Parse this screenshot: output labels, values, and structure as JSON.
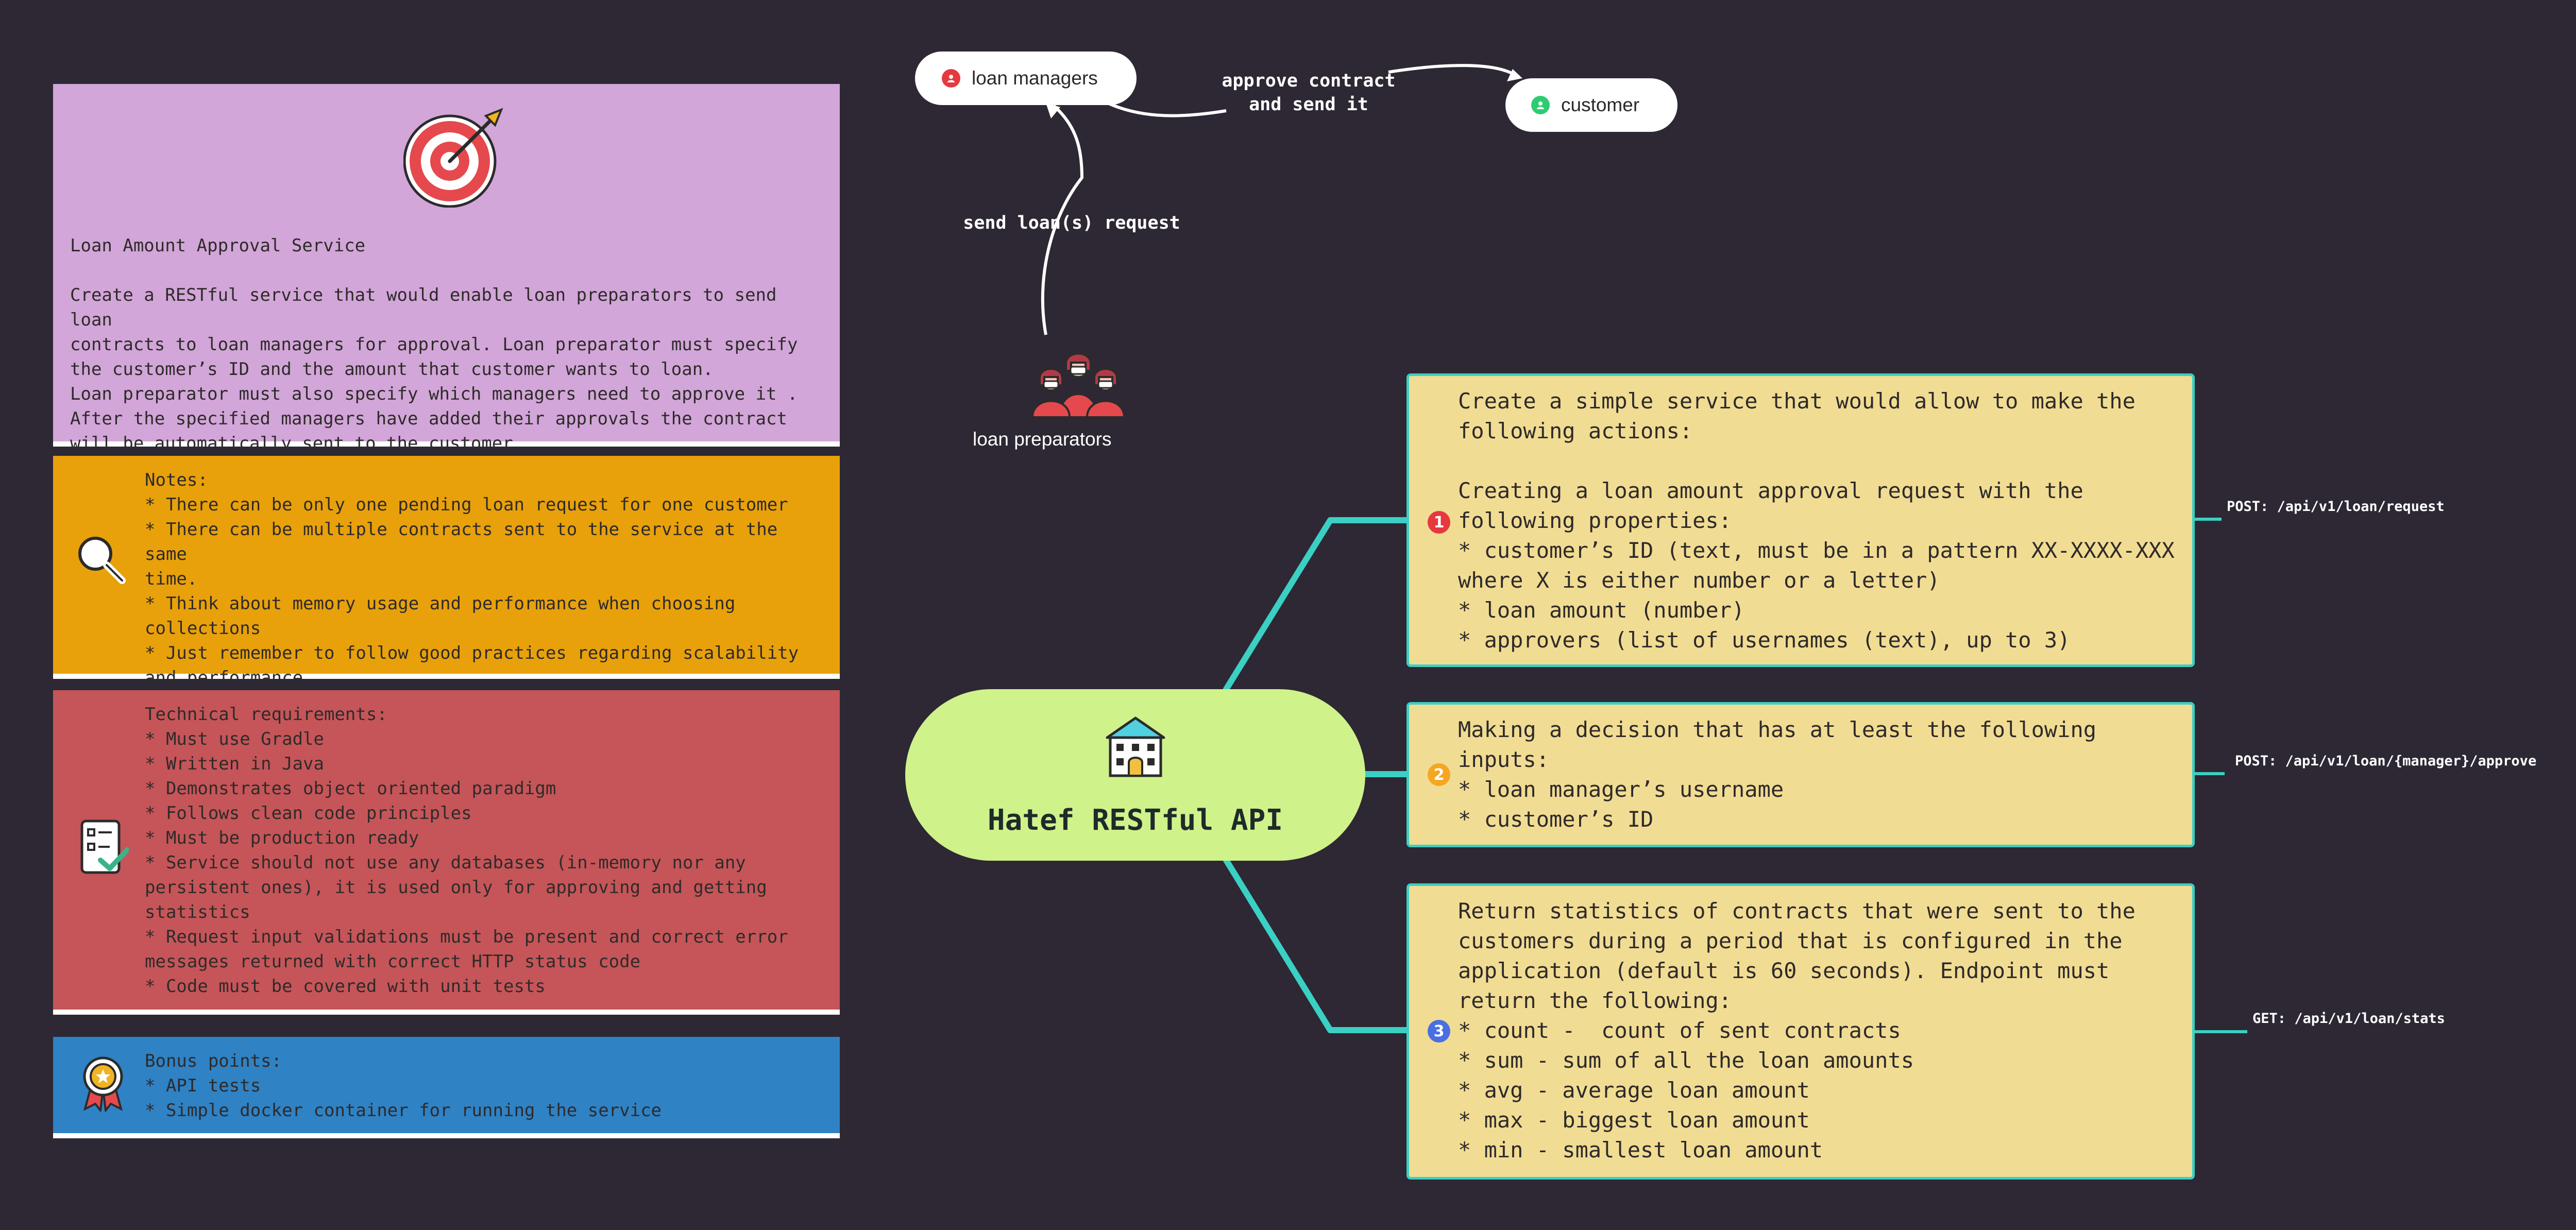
{
  "nodes": {
    "loan_managers": "loan managers",
    "customer": "customer",
    "loan_preparators": "loan preparators"
  },
  "edges": {
    "approve_contract": "approve contract\nand send it",
    "send_loan_request": "send loan(s) request"
  },
  "cards": {
    "description": {
      "title": "Loan Amount Approval Service",
      "body": "Create a RESTful service that would enable loan preparators to send loan\ncontracts to loan managers for approval. Loan preparator must specify\nthe customer’s ID and the amount that customer wants to loan.\nLoan preparator must also specify which managers need to approve it .\nAfter the specified managers have added their approvals the contract\nwill be automatically sent to the customer.",
      "icon": "target-icon"
    },
    "notes": {
      "text": "Notes:\n* There can be only one pending loan request for one customer\n* There can be multiple contracts sent to the service at the same\ntime.\n* Think about memory usage and performance when choosing\ncollections\n* Just remember to follow good practices regarding scalability\nand performance",
      "icon": "magnifier-icon"
    },
    "technical": {
      "text": "Technical requirements:\n* Must use Gradle\n* Written in Java\n* Demonstrates object oriented paradigm\n* Follows clean code principles\n* Must be production ready\n* Service should not use any databases (in-memory nor any\npersistent ones), it is used only for approving and getting\nstatistics\n* Request input validations must be present and correct error\nmessages returned with correct HTTP status code\n* Code must be covered with unit tests",
      "icon": "checklist-icon"
    },
    "bonus": {
      "text": "Bonus points:\n* API tests\n* Simple docker container for running the service",
      "icon": "award-icon"
    }
  },
  "central": {
    "title": "Hatef RESTful API",
    "icon": "building-icon"
  },
  "actions": [
    {
      "number": "1",
      "color": "#e5393f",
      "text": "Create a simple service that would allow to make the\nfollowing actions:\n\nCreating a loan amount approval request with the\nfollowing properties:\n* customer’s ID (text, must be in a pattern XX-XXXX-XXX\nwhere X is either number or a letter)\n* loan amount (number)\n* approvers (list of usernames (text), up to 3)",
      "endpoint": "POST: /api/v1/loan/request"
    },
    {
      "number": "2",
      "color": "#f5a623",
      "text": "Making a decision that has at least the following\ninputs:\n* loan manager’s username\n* customer’s ID",
      "endpoint": "POST: /api/v1/loan/{manager}/approve"
    },
    {
      "number": "3",
      "color": "#4a6fe3",
      "text": "Return statistics of contracts that were sent to the\ncustomers during a period that is configured in the\napplication (default is 60 seconds). Endpoint must\nreturn the following:\n* count -  count of sent contracts\n* sum - sum of all the loan amounts\n* avg - average loan amount\n* max - biggest loan amount\n* min - smallest loan amount",
      "endpoint": "GET: /api/v1/loan/stats"
    }
  ],
  "colors": {
    "background": "#2d2833",
    "connector": "#3bd0c4",
    "central": "#cff28b",
    "box": "#f1dc93",
    "card_description": "#d2a6d8",
    "card_notes": "#e8a10a",
    "card_technical": "#c55558",
    "card_bonus": "#2f82c4"
  }
}
